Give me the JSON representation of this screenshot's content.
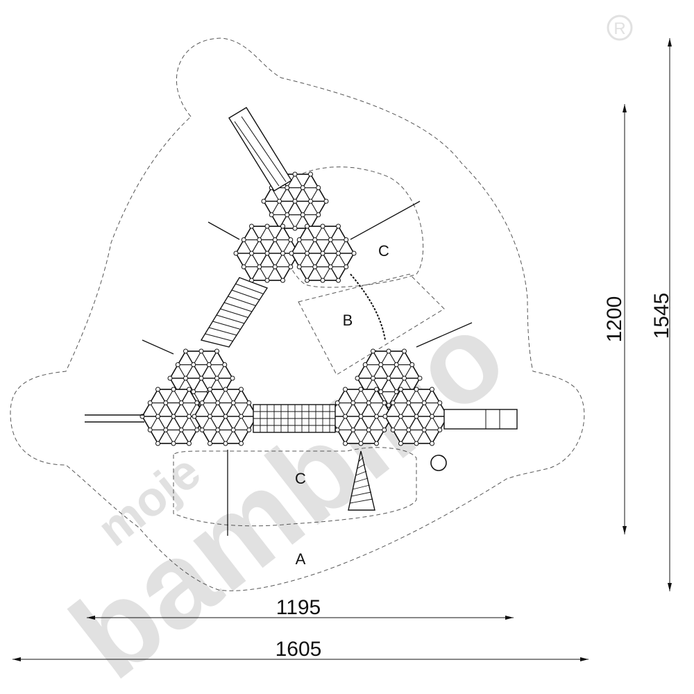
{
  "zones": {
    "outer": "A",
    "center": "B",
    "side_upper": "C",
    "side_lower": "C"
  },
  "dimensions": {
    "inner_width": "1195",
    "outer_width": "1605",
    "inner_height": "1200",
    "outer_height": "1545"
  },
  "watermark": {
    "brand_small": "moje",
    "brand_large": "bambino"
  },
  "colors": {
    "line": "#111111",
    "watermark": "#e1e1e1"
  }
}
